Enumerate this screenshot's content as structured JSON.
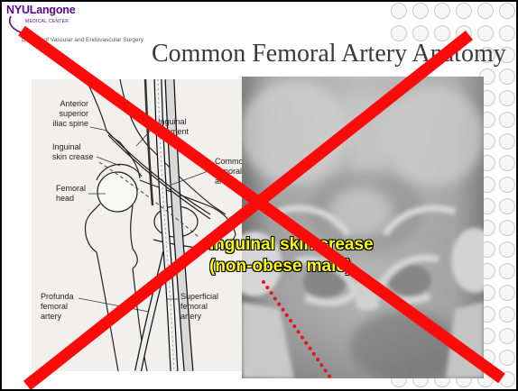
{
  "logo": {
    "brand_primary": "NYU",
    "brand_secondary": "Langone",
    "subtitle": "MEDICAL CENTER",
    "division": "Division of Vascular and Endovascular Surgery"
  },
  "title": "Common Femoral Artery Anatomy",
  "illustration": {
    "labels": {
      "anterior_superior_iliac_spine": [
        "Anterior",
        "superior",
        "iliac spine"
      ],
      "inguinal_ligament": [
        "Inguinal",
        "ligament"
      ],
      "inguinal_skin_crease": [
        "Inguinal",
        "skin crease"
      ],
      "femoral_head": [
        "Femoral",
        "head"
      ],
      "common_femoral_artery": [
        "Common",
        "femoral",
        "artery"
      ],
      "profunda_femoral_artery": [
        "Profunda",
        "femoral",
        "artery"
      ],
      "superficial_femoral_artery": [
        "Superficial",
        "femoral",
        "artery"
      ]
    }
  },
  "xray": {
    "caption": [
      "Inguinal skin crease",
      "(non-obese male)"
    ]
  },
  "icons": {
    "strike_mark": "red-x-icon"
  },
  "colors": {
    "brand": "#57068c",
    "title": "#3a3a3a",
    "caption": "#ffff00",
    "cross": "#ff0a0a",
    "marker": "#e3141b",
    "decor": "#c9c9c9"
  }
}
